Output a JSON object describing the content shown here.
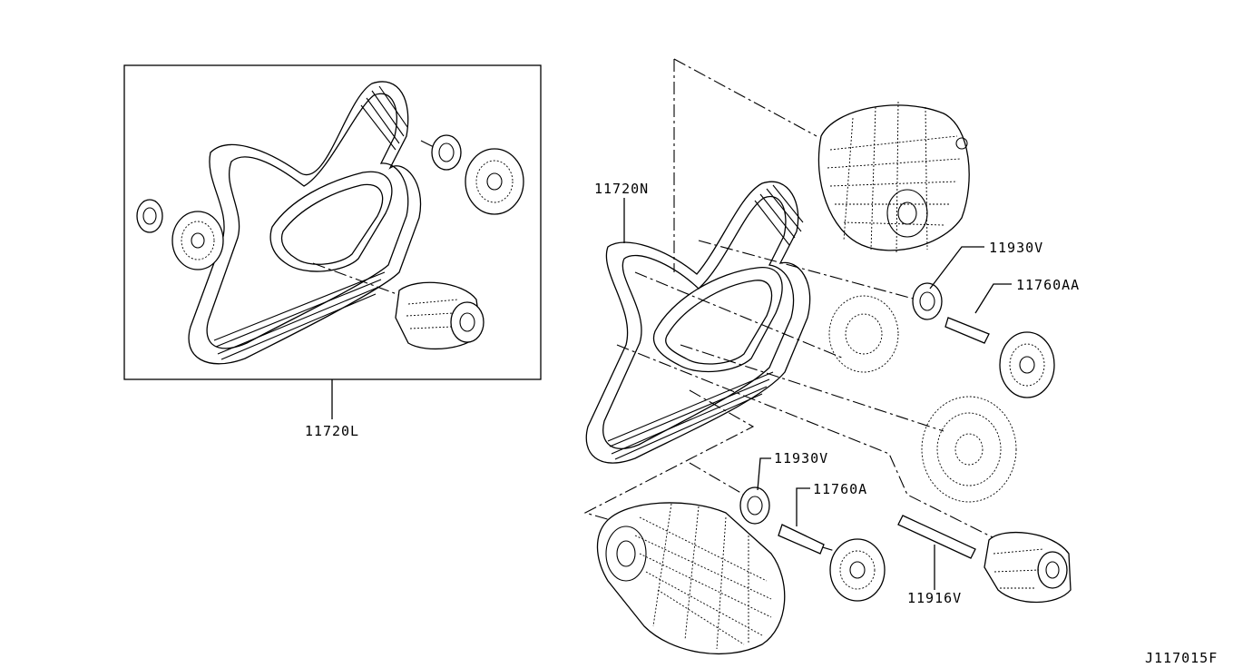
{
  "callouts": {
    "belt_kit": "11720L",
    "belt": "11720N",
    "idler_cap_upper": "11930V",
    "idler_bolt_upper": "11760AA",
    "idler_cap_lower": "11930V",
    "idler_bolt_lower": "11760A",
    "tensioner_bolt": "11916V"
  },
  "diagram_id": "J117015F"
}
